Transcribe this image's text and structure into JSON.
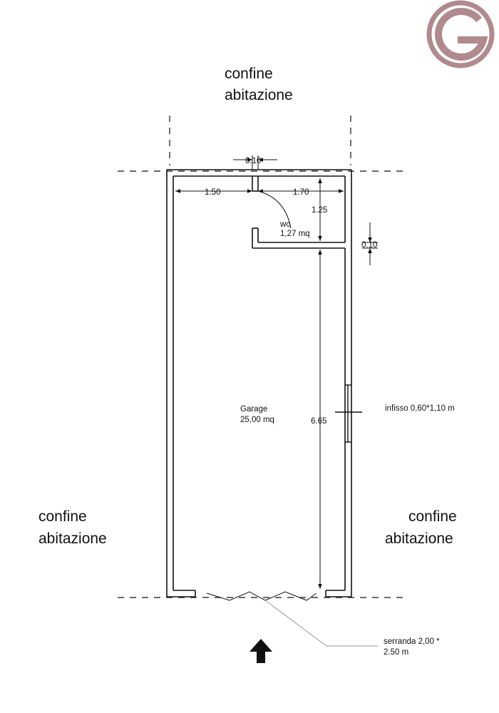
{
  "labels": {
    "top_boundary": [
      "confine",
      "abitazione"
    ],
    "left_boundary": [
      "confine",
      "abitazione"
    ],
    "right_boundary": [
      "confine",
      "abitazione"
    ],
    "wc": [
      "wc",
      "1,27 mq"
    ],
    "garage": [
      "Garage",
      "25,00 mq"
    ],
    "window": "infisso 0,60*1,10 m",
    "shutter": [
      "serranda 2,00 *",
      "2.50 m"
    ]
  },
  "dimensions": {
    "wall_top": "0.10",
    "left_segment": "1.50",
    "right_segment": "1.70",
    "wc_depth": "1.25",
    "wall_side": "0.10",
    "garage_length": "6.65"
  },
  "logo": {
    "ring_color": "#b08a8d",
    "icon": "g-logo-icon"
  },
  "entrance": {
    "icon": "arrow-up-icon"
  }
}
